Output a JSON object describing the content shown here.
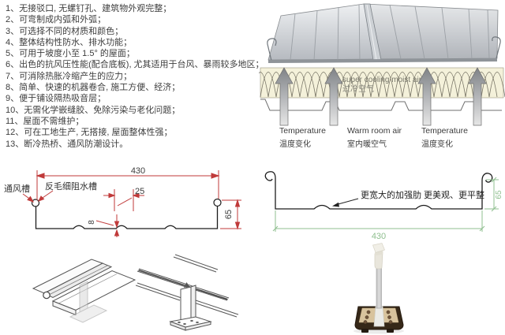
{
  "features": {
    "items": [
      "1、无接驳口, 无螺钉孔、建筑物外观完整；",
      "2、可弯制成内弧和外弧；",
      "3、可选择不同的材质和颜色；",
      "4、整体结构性防水、排水功能；",
      "5、可用于坡度小至 1.5° 的屋面；",
      "6、出色的抗风压性能(配合底板), 尤其适用于台风、暴雨较多地区；",
      "7、可消除热胀冷缩产生的应力；",
      "8、简单、快速的机器卷合, 施工方便、经济；",
      "9、便于铺设隔热吸音层；",
      "10、无需化学嵌缝胶、免除污染与老化问题；",
      "11、屋面不需维护；",
      "12、可在工地生产, 无搭接, 屋面整体性强；",
      "13、断冷热桥、通风防潮设计。"
    ]
  },
  "roof": {
    "insulation_en": "super cooling moist air",
    "insulation_zh": "过冷空气",
    "captions": [
      {
        "en": "Temperature",
        "zh": "温度变化"
      },
      {
        "en": "Warm room air",
        "zh": "室内暖空气"
      },
      {
        "en": "Temperature",
        "zh": "温度变化"
      }
    ]
  },
  "profile_left": {
    "width": "430",
    "rib_width": "25",
    "rib_height": "8",
    "height": "65",
    "vent_label": "通风槽",
    "capillary_label": "反毛细阻水槽"
  },
  "profile_right": {
    "width": "430",
    "height": "65",
    "annotation": "更宽大的加强肋  更美观、更平整"
  },
  "appearance": {
    "dim_red": "#c03a3a",
    "dim_green": "#8fbf8f",
    "insulation_fill": "#f4f1da",
    "panel_gray": "#bdc1c5"
  }
}
